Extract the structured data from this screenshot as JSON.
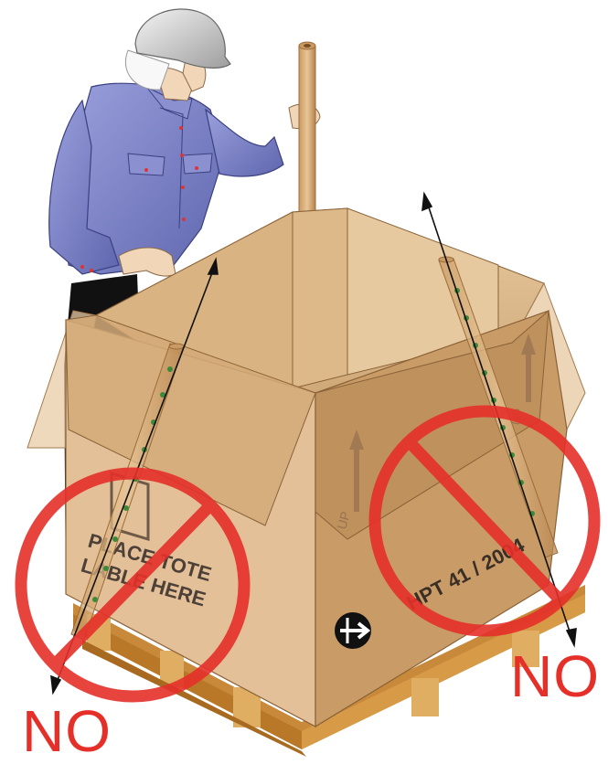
{
  "box": {
    "label_line1": "PLACE TOTE",
    "label_line2": "LABLE HERE",
    "spec_code": "HPT 41 / 2004",
    "up_marking": "UP"
  },
  "warnings": [
    {
      "label": "NO"
    },
    {
      "label": "NO"
    }
  ],
  "colors": {
    "cardboard_light": "#e2bf93",
    "cardboard_mid": "#d3a875",
    "cardboard_dark": "#b98a57",
    "pallet": "#d8a24e",
    "prohibition_red": "#e5302a",
    "shirt": "#7f86c8",
    "helmet": "#d9d9d9"
  },
  "icons": [
    "prohibition-sign",
    "forklift-handling-icon",
    "up-arrow-icon",
    "direction-arrow-icon"
  ]
}
